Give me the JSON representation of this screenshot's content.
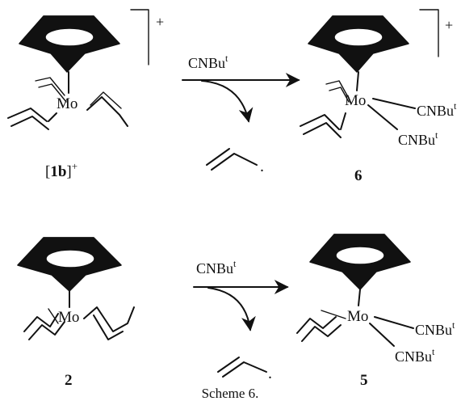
{
  "top_reaction": {
    "charge_reactant": "+",
    "charge_product": "+",
    "metal_reactant": "Mo",
    "metal_product": "Mo",
    "reagent": "CNBu",
    "reagent_sup": "t",
    "reactant_label_num": "1b",
    "reactant_label_charge": "+",
    "product_label": "6",
    "ligand_1": "CNBu",
    "ligand_1_sup": "t",
    "ligand_2": "CNBu",
    "ligand_2_sup": "t",
    "byproduct_dot": "."
  },
  "bottom_reaction": {
    "metal_reactant": "Mo",
    "metal_product": "Mo",
    "reagent": "CNBu",
    "reagent_sup": "t",
    "reactant_label": "2",
    "product_label": "5",
    "ligand_1": "CNBu",
    "ligand_1_sup": "t",
    "ligand_2": "CNBu",
    "ligand_2_sup": "t",
    "byproduct_dot": "."
  },
  "caption": "Scheme 6."
}
